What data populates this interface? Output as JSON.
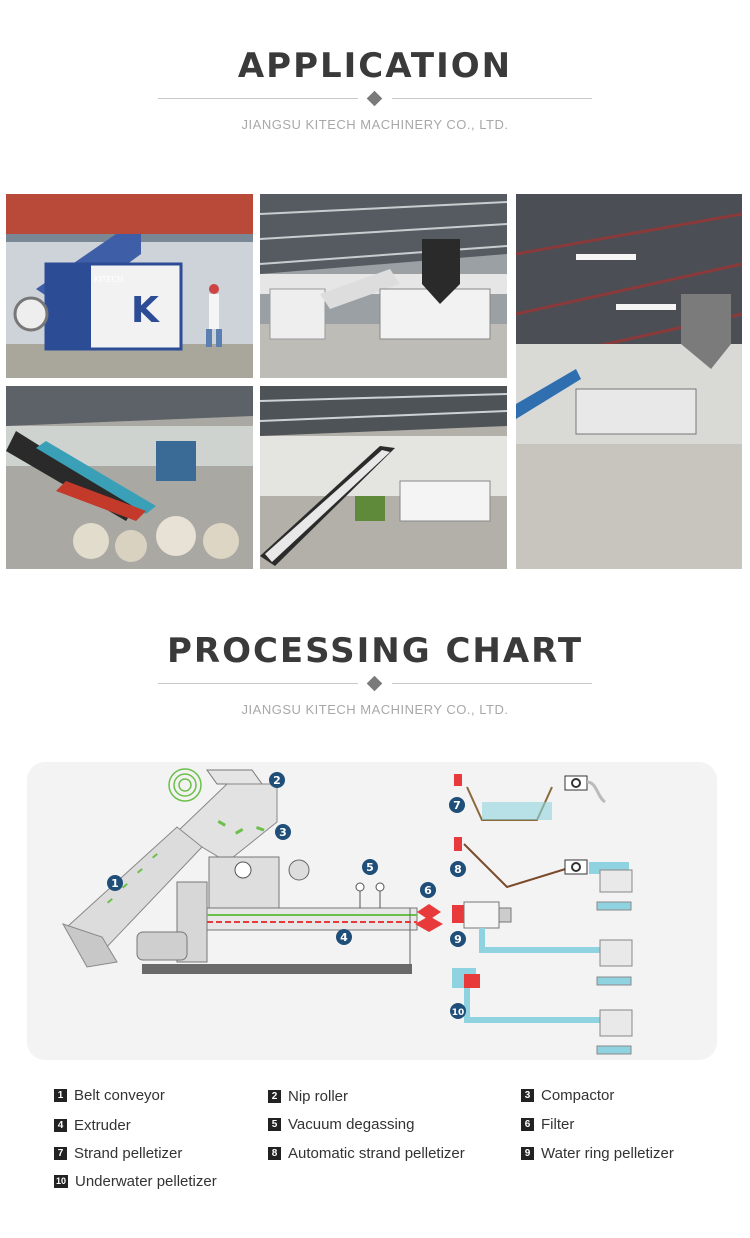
{
  "application": {
    "title": "APPLICATION",
    "company": "JIANGSU KITECH MACHINERY CO., LTD.",
    "photos": [
      {
        "icon": "machine-photo",
        "brand": "KITECH"
      },
      {
        "icon": "factory-photo"
      },
      {
        "icon": "factory-photo"
      },
      {
        "icon": "factory-photo"
      },
      {
        "icon": "factory-photo"
      }
    ]
  },
  "processing": {
    "title": "PROCESSING CHART",
    "company": "JIANGSU KITECH MACHINERY CO., LTD.",
    "markers": [
      "1",
      "2",
      "3",
      "4",
      "5",
      "6",
      "7",
      "8",
      "9",
      "10"
    ],
    "legend": [
      {
        "num": "1",
        "label": "Belt conveyor"
      },
      {
        "num": "2",
        "label": "Nip roller"
      },
      {
        "num": "3",
        "label": "Compactor"
      },
      {
        "num": "4",
        "label": "Extruder"
      },
      {
        "num": "5",
        "label": "Vacuum degassing"
      },
      {
        "num": "6",
        "label": "Filter"
      },
      {
        "num": "7",
        "label": "Strand pelletizer"
      },
      {
        "num": "8",
        "label": "Automatic strand pelletizer"
      },
      {
        "num": "9",
        "label": "Water ring pelletizer"
      },
      {
        "num": "10",
        "label": "Underwater pelletizer"
      }
    ]
  },
  "colors": {
    "marker": "#1f4e79",
    "flake": "#6cc04a",
    "filter": "#e83a3a",
    "water": "#8fd3e0"
  }
}
